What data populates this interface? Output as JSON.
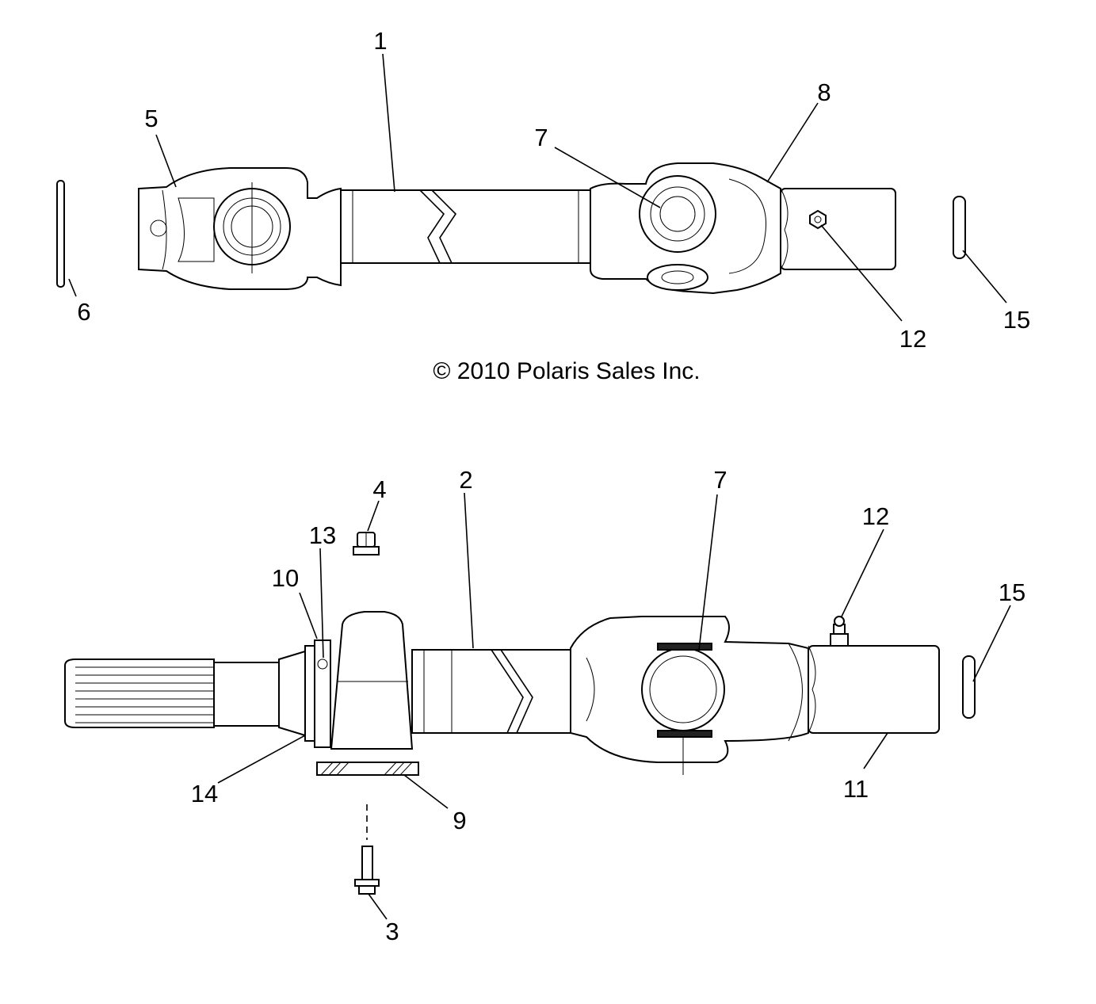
{
  "copyright": "© 2010 Polaris Sales Inc.",
  "callouts": {
    "top": [
      "1",
      "5",
      "6",
      "7",
      "8",
      "12",
      "15"
    ],
    "bottom": [
      "2",
      "3",
      "4",
      "7",
      "9",
      "10",
      "11",
      "12",
      "13",
      "14",
      "15"
    ]
  }
}
